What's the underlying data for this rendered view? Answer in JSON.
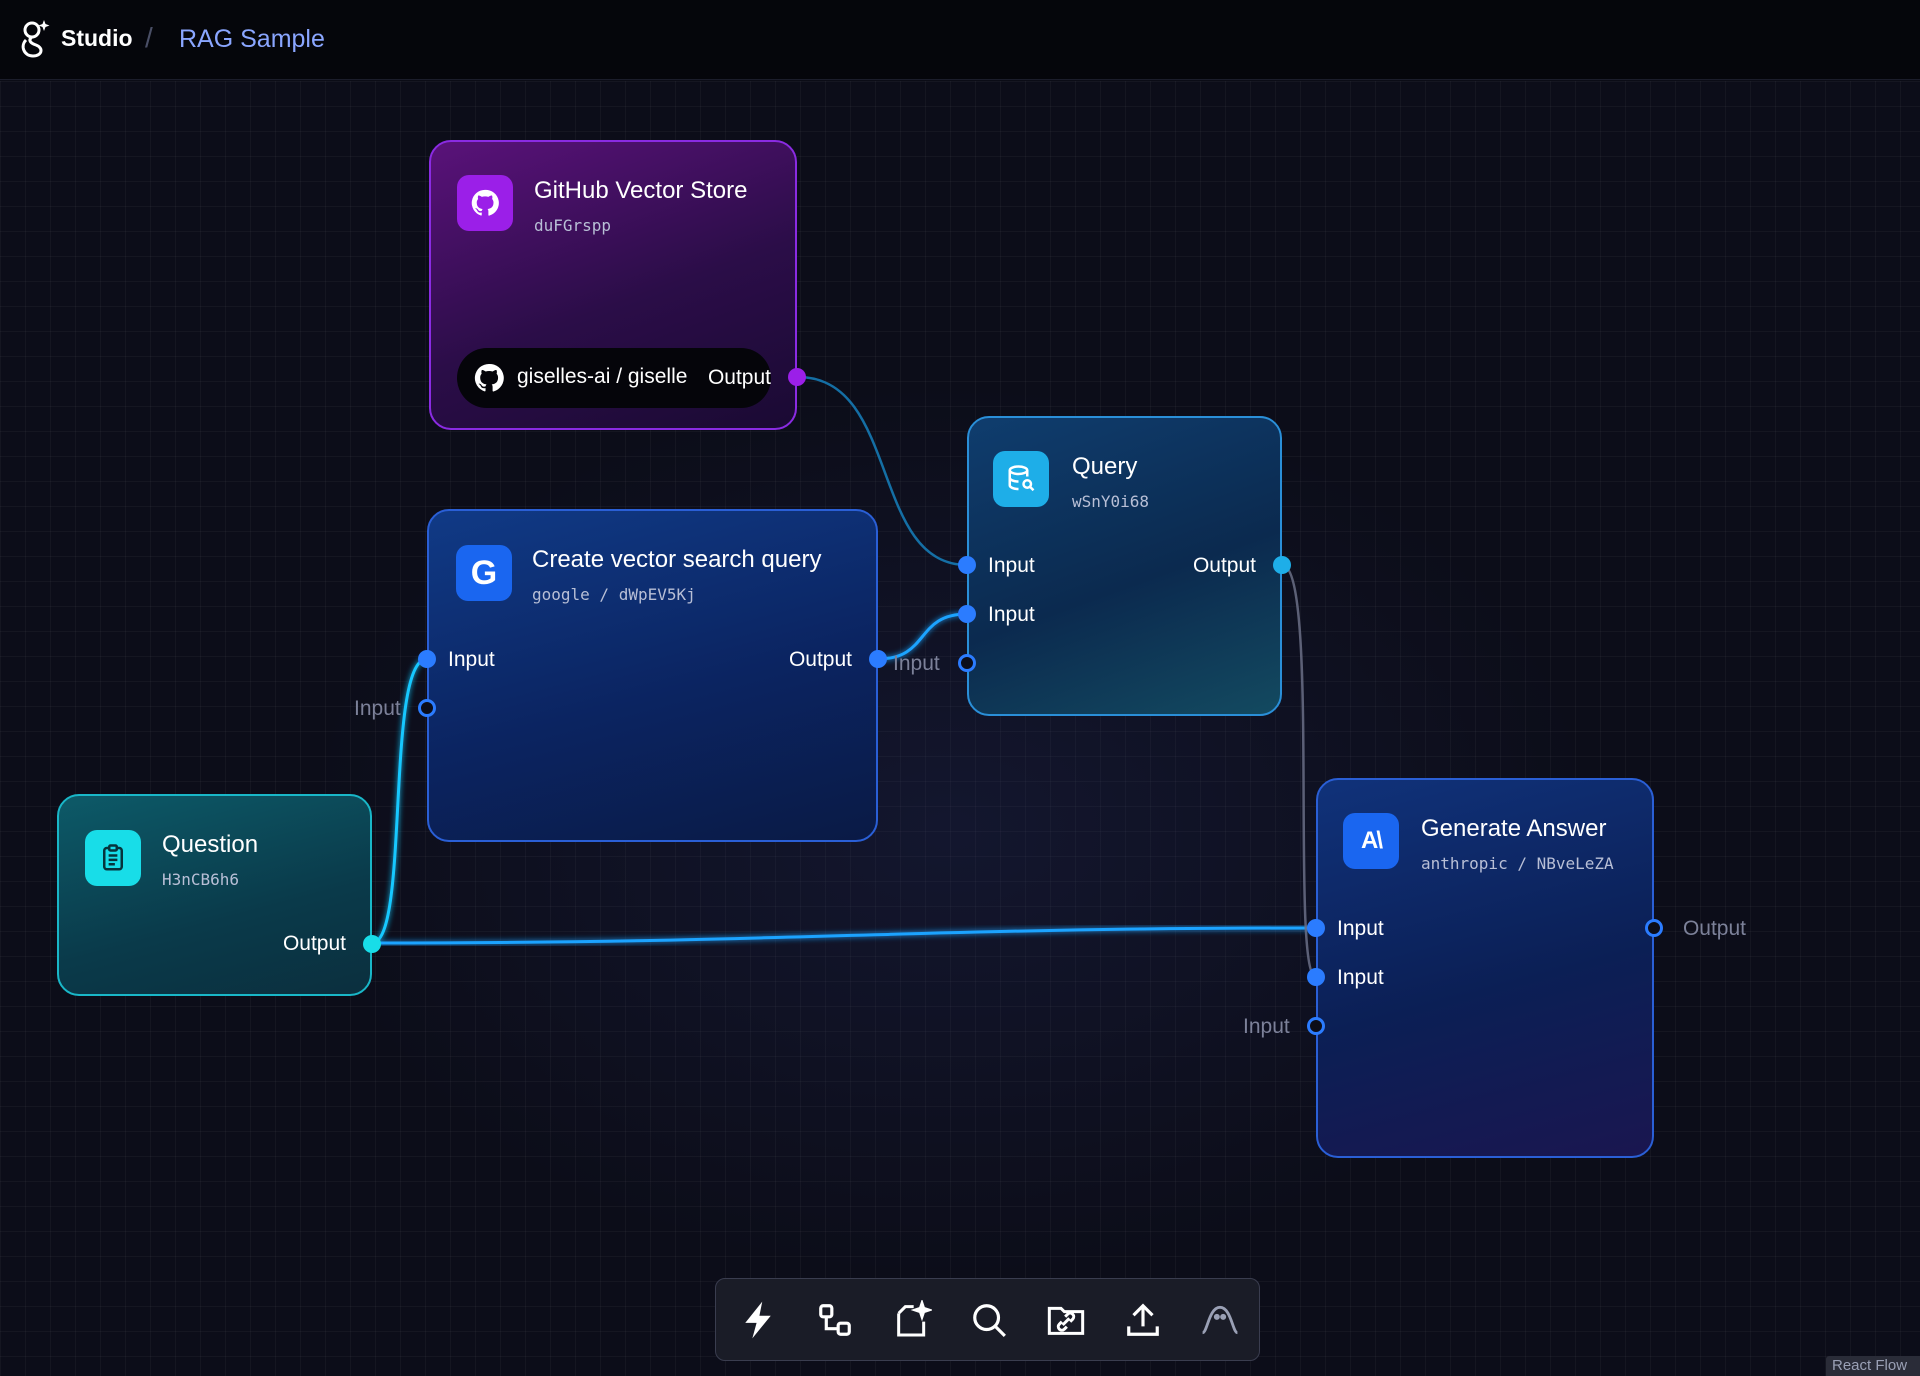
{
  "header": {
    "brand": "Studio",
    "separator": "/",
    "app_name": "RAG Sample"
  },
  "nodes": {
    "github": {
      "title": "GitHub Vector Store",
      "id": "duFGrspp",
      "repo": "giselles-ai / giselle",
      "output_label": "Output",
      "icon": "github-icon"
    },
    "query": {
      "title": "Query",
      "id": "wSnY0i68",
      "input1_label": "Input",
      "input2_label": "Input",
      "input3_label": "Input",
      "output_label": "Output",
      "icon": "database-search-icon"
    },
    "create": {
      "title": "Create vector search query",
      "subtitle": "google / dWpEV5Kj",
      "input1_label": "Input",
      "input2_label": "Input",
      "output_label": "Output",
      "icon": "google-icon"
    },
    "question": {
      "title": "Question",
      "id": "H3nCB6h6",
      "output_label": "Output",
      "icon": "clipboard-text-icon"
    },
    "answer": {
      "title": "Generate Answer",
      "subtitle": "anthropic / NBveLeZA",
      "input1_label": "Input",
      "input2_label": "Input",
      "input3_label": "Input",
      "output_label": "Output",
      "icon": "anthropic-icon"
    }
  },
  "toolbar": {
    "tools": [
      "lightning-icon",
      "nodes-icon",
      "sparkle-file-icon",
      "search-icon",
      "folder-link-icon",
      "upload-icon",
      "ghost-icon"
    ]
  },
  "badge": "React Flow",
  "colors": {
    "github": "#8a2be2",
    "query": "#2a8fd8",
    "create": "#2a5fd6",
    "question": "#19b7c8",
    "answer": "#2a5fd6",
    "edge": "#1aa3ff"
  }
}
